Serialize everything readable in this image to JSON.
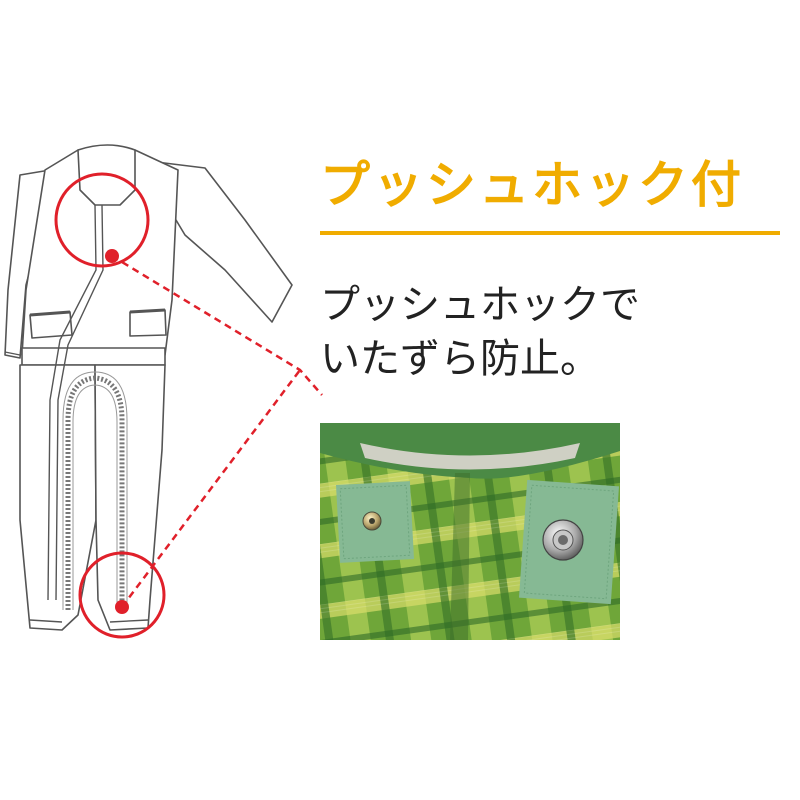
{
  "heading": "プッシュホック付",
  "description_lines": [
    "プッシュホックで",
    "いたずら防止。"
  ],
  "colors": {
    "accent": "#f0ac00",
    "callout_red": "#e0202a",
    "fabric_green": "#6faa3c",
    "patch_green": "#86b994"
  },
  "illustration": {
    "garment": "coverall-with-zipper",
    "callouts": [
      "neck-callout",
      "ankle-callout"
    ]
  },
  "photo": {
    "subject": "snap-button-closeup"
  }
}
